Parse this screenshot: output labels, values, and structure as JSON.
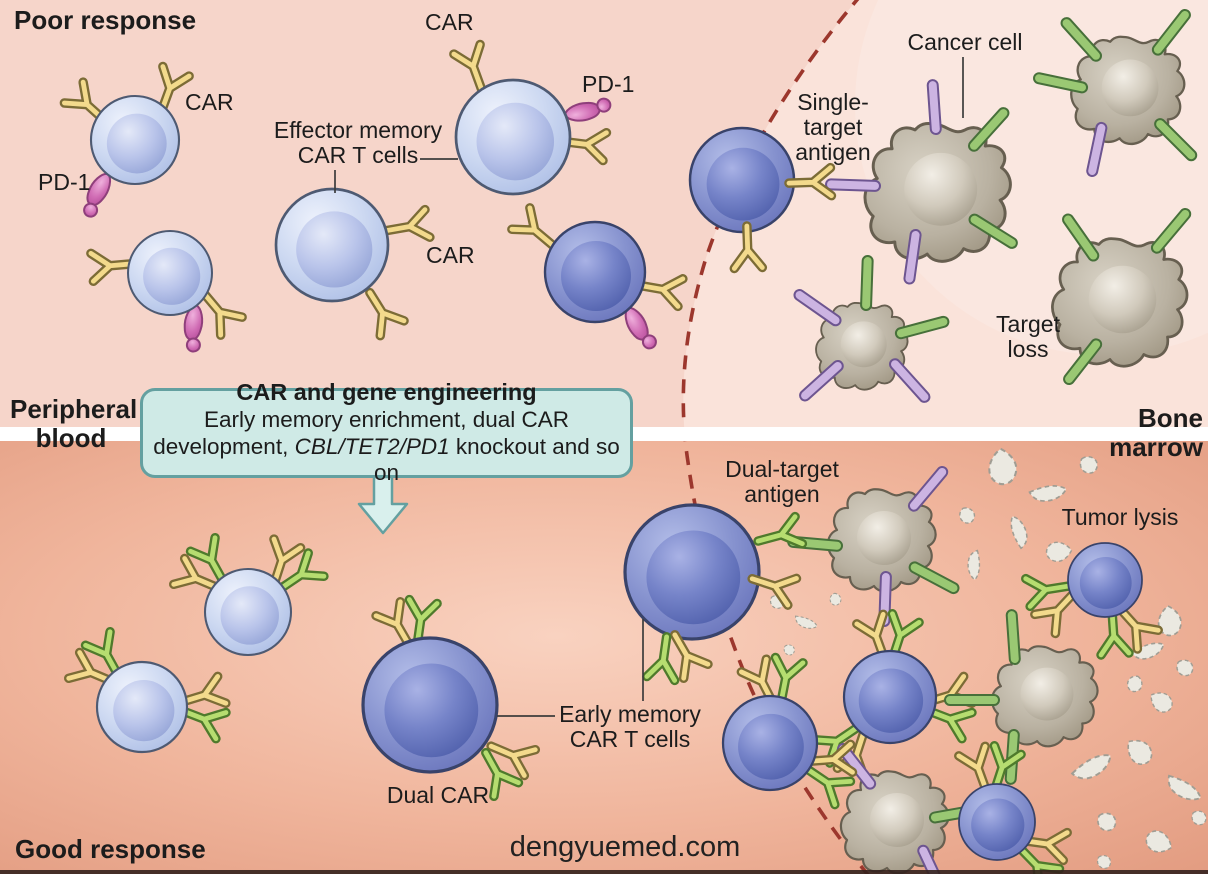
{
  "title_labels": {
    "poor_response": "Poor response",
    "good_response": "Good response"
  },
  "region_labels": {
    "peripheral_line1": "Peripheral",
    "peripheral_line2": "blood",
    "bone_line1": "Bone",
    "bone_line2": "marrow"
  },
  "annotations": {
    "car_top_left": "CAR",
    "pd1_top_left": "PD-1",
    "car_above": "CAR",
    "pd1_right": "PD-1",
    "car_mid": "CAR",
    "effector_line1": "Effector memory",
    "effector_line2": "CAR T cells",
    "cancer_cell": "Cancer cell",
    "single_target_line1": "Single-",
    "single_target_line2": "target",
    "single_target_line3": "antigen",
    "target_loss_line1": "Target",
    "target_loss_line2": "loss",
    "dual_target_line1": "Dual-target",
    "dual_target_line2": "antigen",
    "tumor_lysis": "Tumor lysis",
    "early_memory_line1": "Early memory",
    "early_memory_line2": "CAR T cells",
    "dual_car": "Dual CAR"
  },
  "callout_box": {
    "title": "CAR and gene engineering",
    "line1": "Early memory enrichment, dual CAR",
    "line2_prefix": "development, ",
    "line2_italic": "CBL/TET2/PD1",
    "line2_suffix": " knockout and so on"
  },
  "watermark": "dengyuemed.com",
  "colors": {
    "top_bg": "#f6d5ca",
    "top_bg_bone": "#fae3da",
    "bottom_bg_center": "#f9d2c0",
    "bottom_bg_edge": "#e29b80",
    "divider": "#ffffff",
    "boundary_dash": "#9c372d",
    "box_fill": "#cfeae6",
    "box_border": "#64a0a0",
    "car_yellow": "#f3da8c",
    "car_green": "#b6dd70",
    "antigen_purple": "#ccb4e2",
    "antigen_green": "#9ac873",
    "pd1_pink": "#d06cb4",
    "t_cell_light": "#c9d6f0",
    "t_cell_dark": "#8793cf",
    "cancer_cell": "#b9b1a1",
    "debris": "#ebe9e1",
    "text": "#1c1c1c"
  }
}
